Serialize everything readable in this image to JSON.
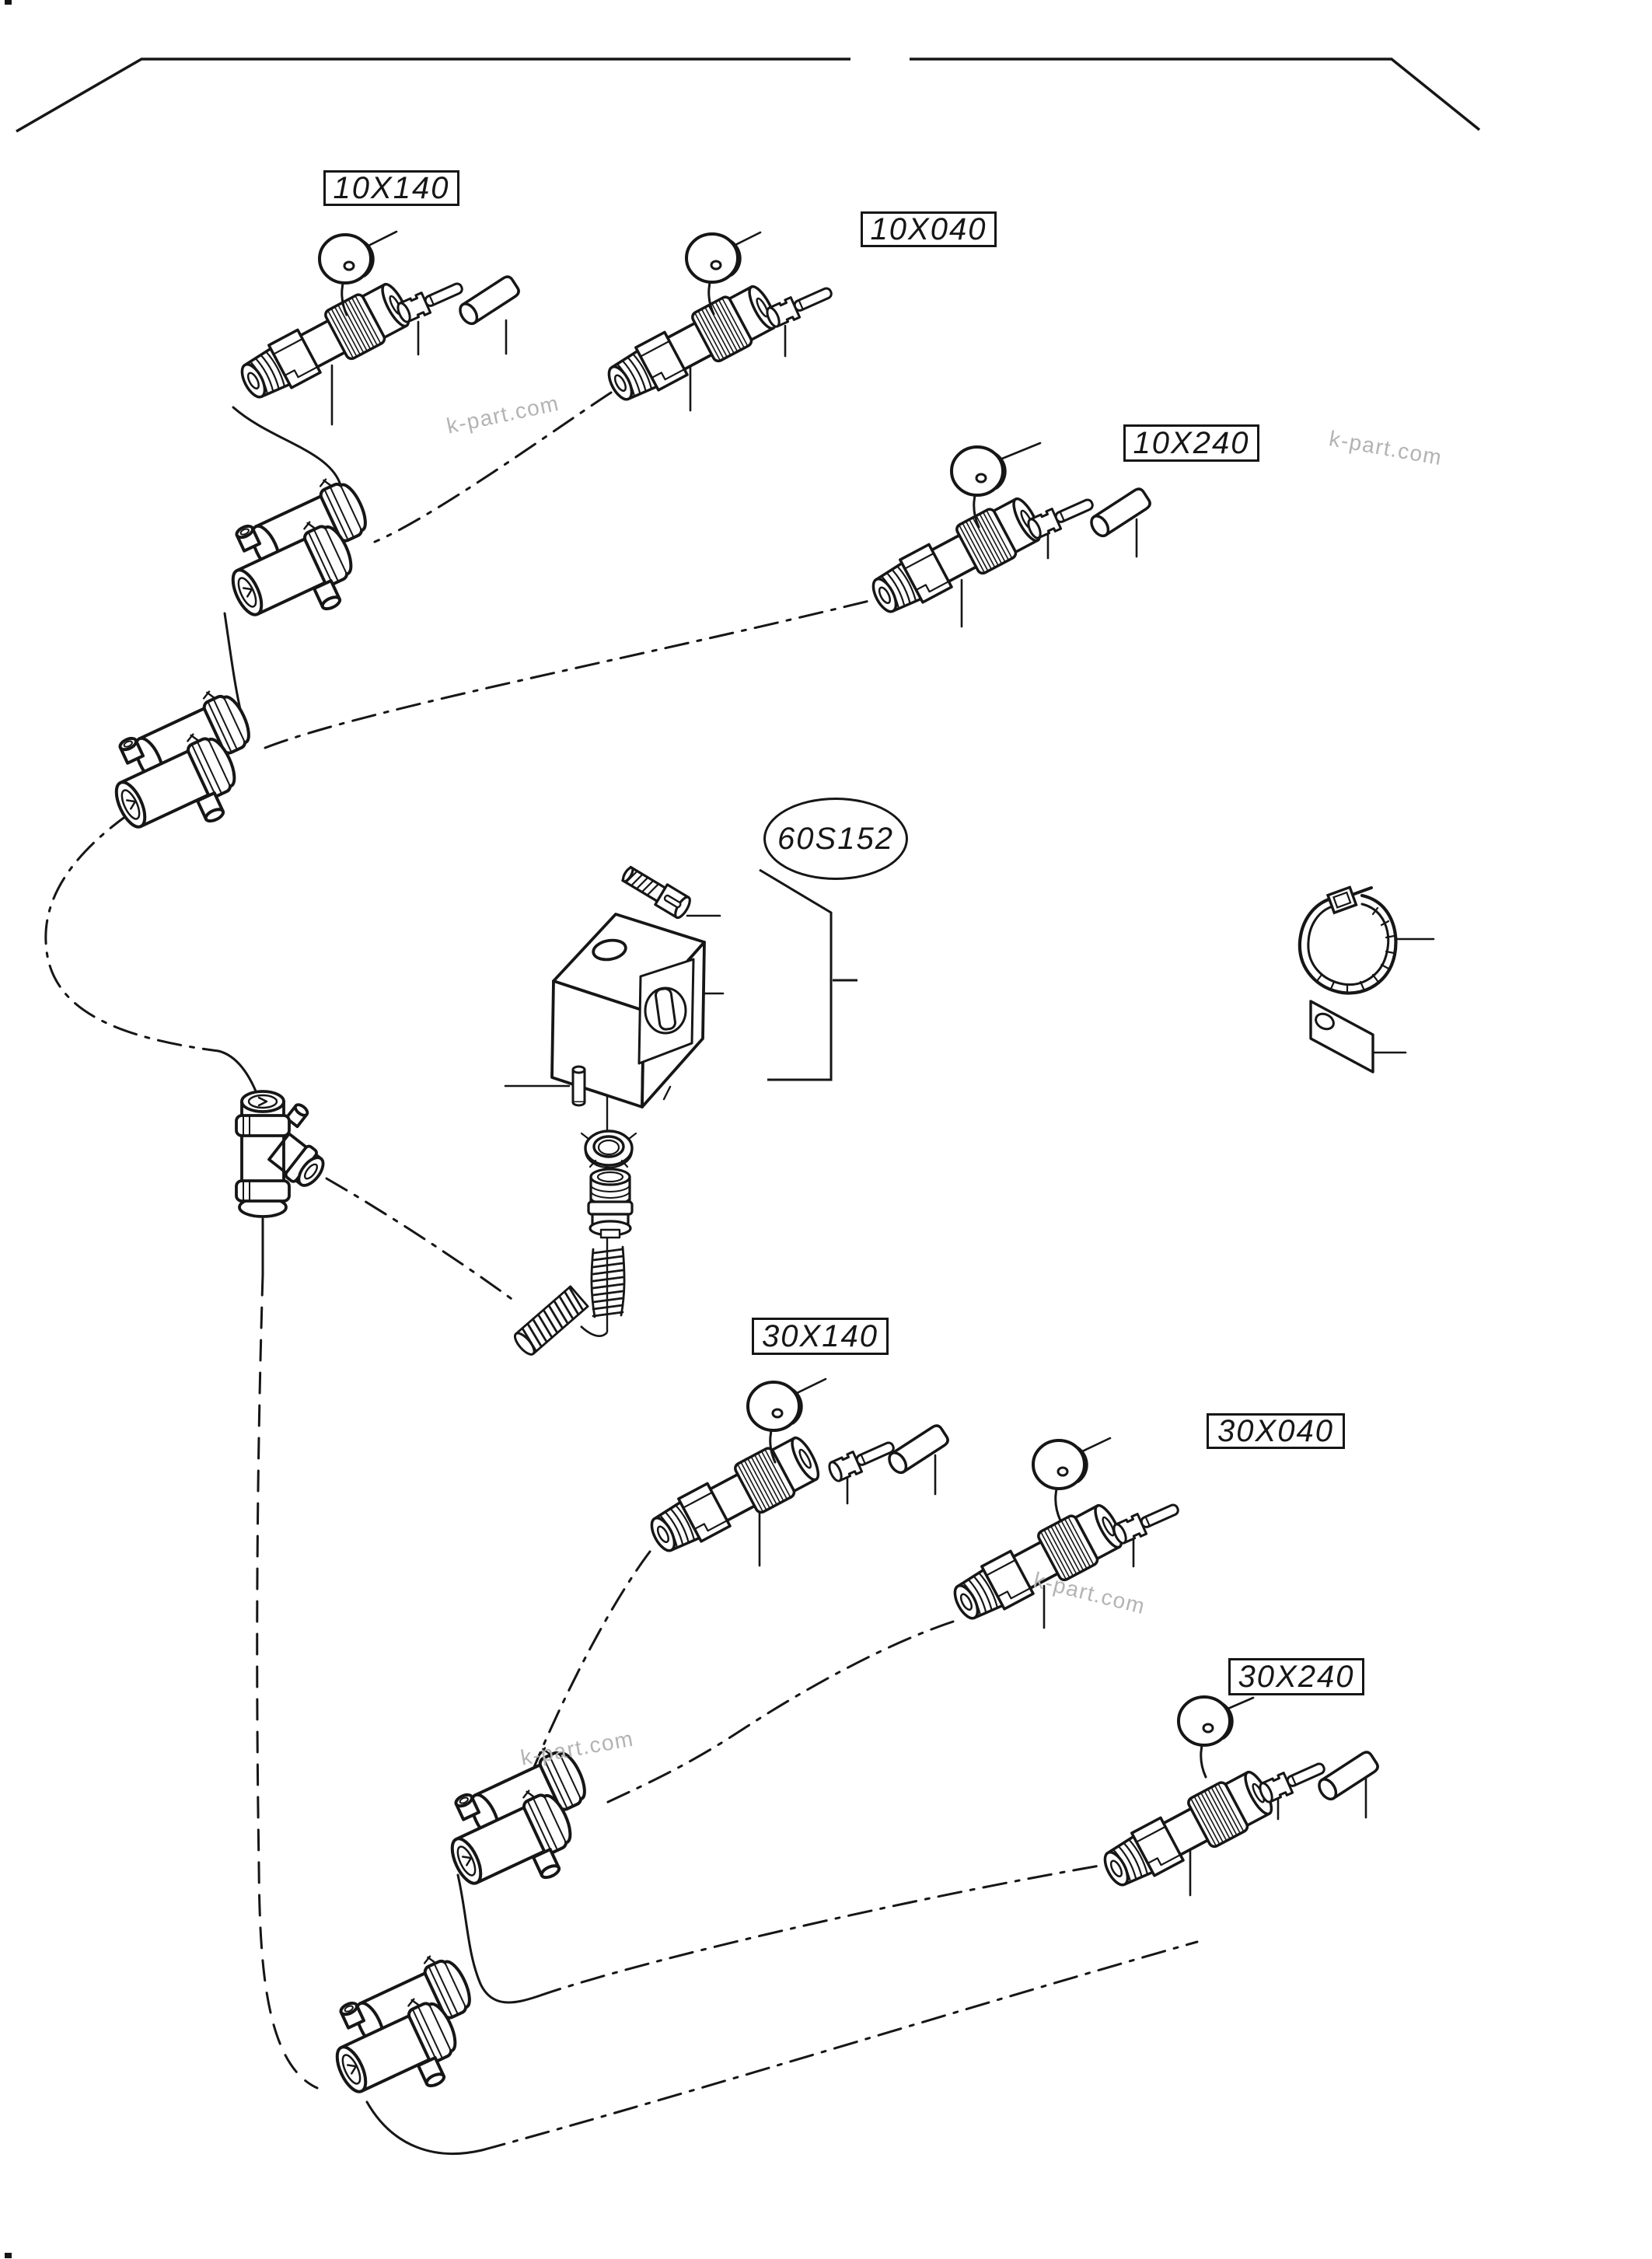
{
  "page": {
    "background": "#ffffff",
    "line_color": "#161616",
    "watermark_color": "#b3b3b3",
    "description": "Exploded parts diagram of nozzle assemblies, hose fittings and solenoid valve group"
  },
  "part_labels": [
    {
      "id": "10X140",
      "text": "10X140",
      "shape": "box"
    },
    {
      "id": "10X040",
      "text": "10X040",
      "shape": "box"
    },
    {
      "id": "10X240",
      "text": "10X240",
      "shape": "box"
    },
    {
      "id": "60S152",
      "text": "60S152",
      "shape": "ellipse"
    },
    {
      "id": "30X140",
      "text": "30X140",
      "shape": "box"
    },
    {
      "id": "30X040",
      "text": "30X040",
      "shape": "box"
    },
    {
      "id": "30X240",
      "text": "30X240",
      "shape": "box"
    }
  ],
  "watermarks": [
    {
      "text": "k-part.com",
      "rotate": -12
    },
    {
      "text": "k-part.com",
      "rotate": 10
    },
    {
      "text": "k-part.com",
      "rotate": 14
    },
    {
      "text": "k-part.com",
      "rotate": -10
    }
  ],
  "parts": [
    {
      "id": "nozzle-assembly-10x140",
      "components": [
        "cap-disc",
        "valve-body",
        "pin",
        "sleeve"
      ]
    },
    {
      "id": "nozzle-assembly-10x040",
      "components": [
        "cap-disc",
        "valve-body",
        "pin"
      ]
    },
    {
      "id": "nozzle-assembly-10x240",
      "components": [
        "cap-disc",
        "valve-body",
        "pin",
        "sleeve"
      ]
    },
    {
      "id": "nozzle-assembly-30x140",
      "components": [
        "cap-disc",
        "valve-body",
        "pin",
        "sleeve"
      ]
    },
    {
      "id": "nozzle-assembly-30x040",
      "components": [
        "cap-disc",
        "valve-body",
        "pin"
      ]
    },
    {
      "id": "nozzle-assembly-30x240",
      "components": [
        "cap-disc",
        "valve-body",
        "pin",
        "sleeve"
      ]
    },
    {
      "id": "solenoid-group-60s152",
      "components": [
        "screw",
        "solenoid-block",
        "pin",
        "washer-nut",
        "valve-cartridge",
        "spring",
        "spring-diagonal"
      ]
    },
    {
      "id": "hose-fittings",
      "components": [
        "double-fitting-1",
        "double-fitting-2",
        "double-fitting-3",
        "double-fitting-4",
        "tee-fitting"
      ]
    },
    {
      "id": "accessories",
      "components": [
        "cable-tie",
        "tag-plate"
      ]
    }
  ]
}
